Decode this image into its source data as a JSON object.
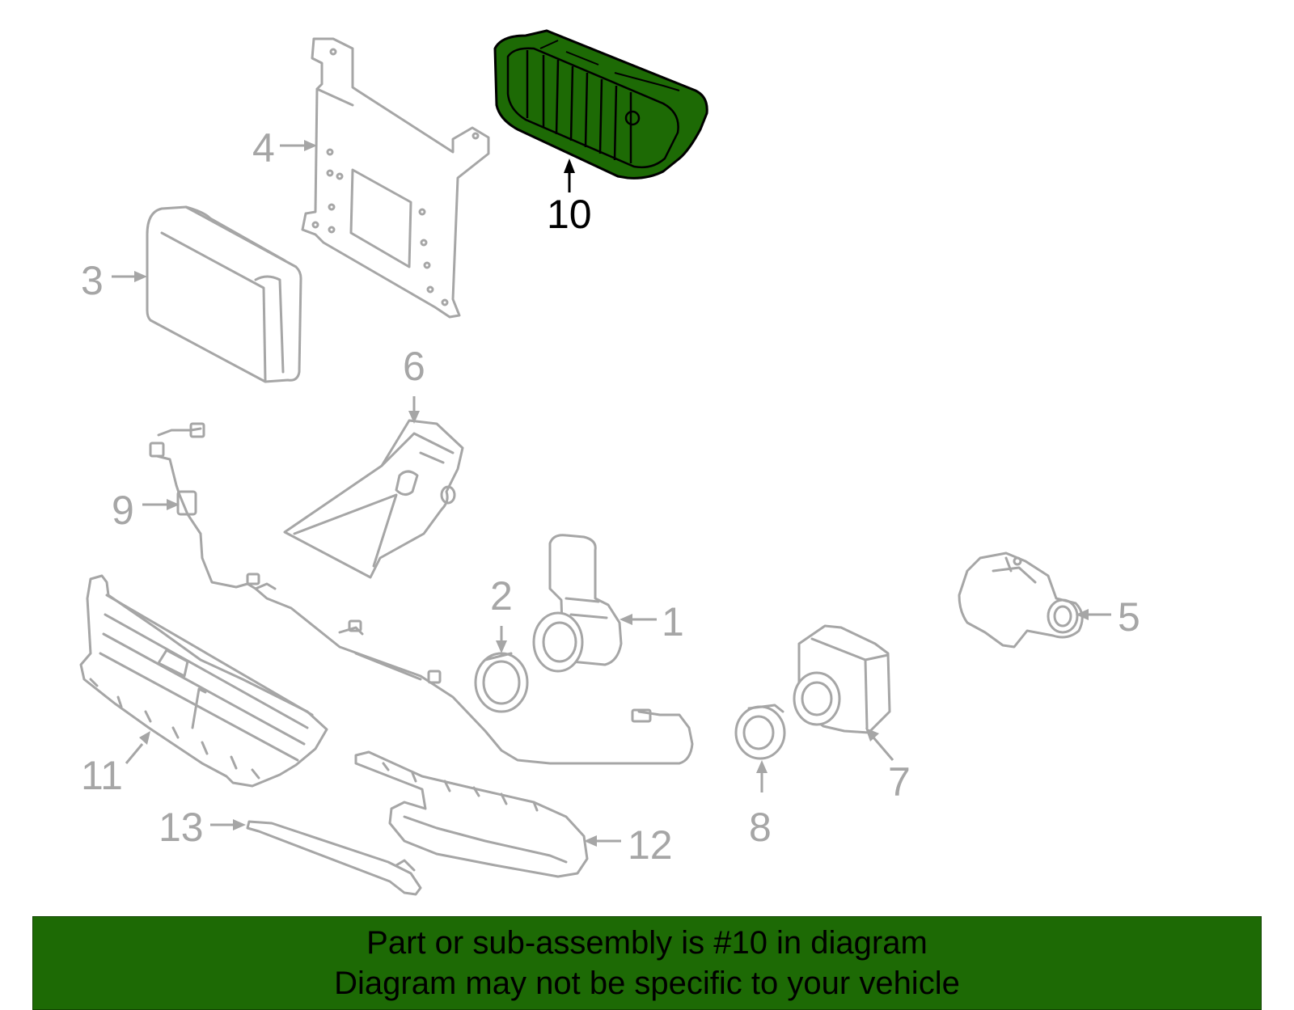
{
  "callouts": {
    "c1": "1",
    "c2": "2",
    "c3": "3",
    "c4": "4",
    "c5": "5",
    "c6": "6",
    "c7": "7",
    "c8": "8",
    "c9": "9",
    "c10": "10",
    "c11": "11",
    "c12": "12",
    "c13": "13"
  },
  "highlighted_part": "10",
  "colors": {
    "banner": "#1d6a05",
    "highlight_part": "#1d6a05",
    "outline": "#a6a6a6"
  },
  "banner": {
    "line1": "Part or sub-assembly is #10 in diagram",
    "line2": "Diagram may not be specific to your vehicle"
  }
}
